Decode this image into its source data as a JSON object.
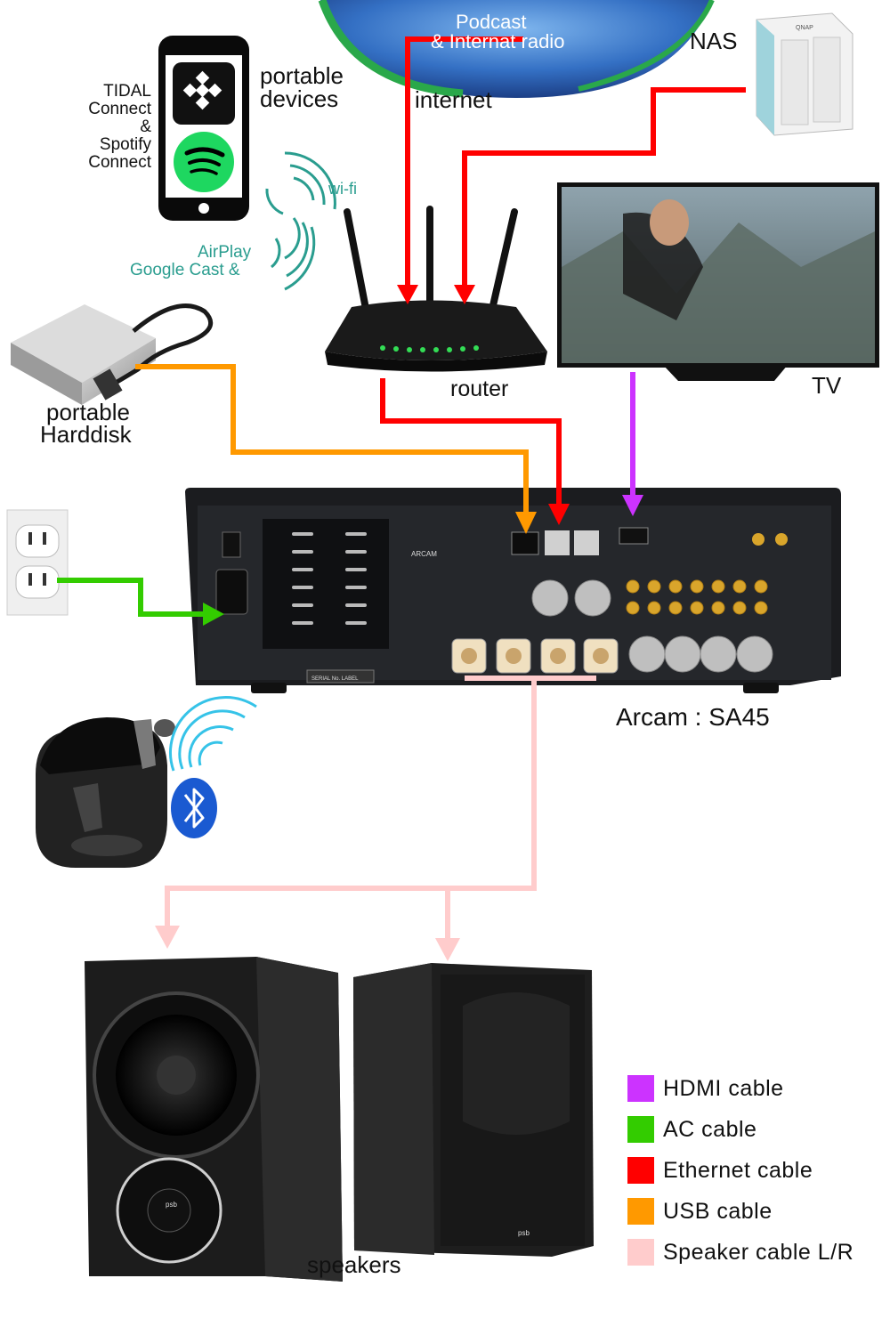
{
  "labels": {
    "podcast_line1": "Podcast",
    "podcast_line2": "& Internat radio",
    "internet": "internet",
    "nas": "NAS",
    "portable_devices_line1": "portable",
    "portable_devices_line2": "devices",
    "tidal_line1": "TIDAL",
    "tidal_line2": "Connect",
    "tidal_line3": "&",
    "spotify_line1": "Spotify",
    "spotify_line2": "Connect",
    "wifi": "wi-fi",
    "airplay": "AirPlay",
    "googlecast": "Google Cast &",
    "router": "router",
    "tv": "TV",
    "harddisk_line1": "portable",
    "harddisk_line2": "Harddisk",
    "amp_model": "Arcam : SA45",
    "speakers": "speakers"
  },
  "device_text": {
    "brand": "ARCAM",
    "serial": "SERIAL No. LABEL",
    "nas_brand": "QNAP",
    "speaker_brand": "psb"
  },
  "colors": {
    "hdmi": "#cc33ff",
    "ac": "#33cc00",
    "ethernet": "#ff0000",
    "usb": "#ff9900",
    "speaker": "#ffcccc"
  },
  "legend": [
    {
      "label": "HDMI cable",
      "color": "#cc33ff"
    },
    {
      "label": "AC cable",
      "color": "#33cc00"
    },
    {
      "label": "Ethernet cable",
      "color": "#ff0000"
    },
    {
      "label": "USB cable",
      "color": "#ff9900"
    },
    {
      "label": "Speaker cable L/R",
      "color": "#ffcccc"
    }
  ]
}
